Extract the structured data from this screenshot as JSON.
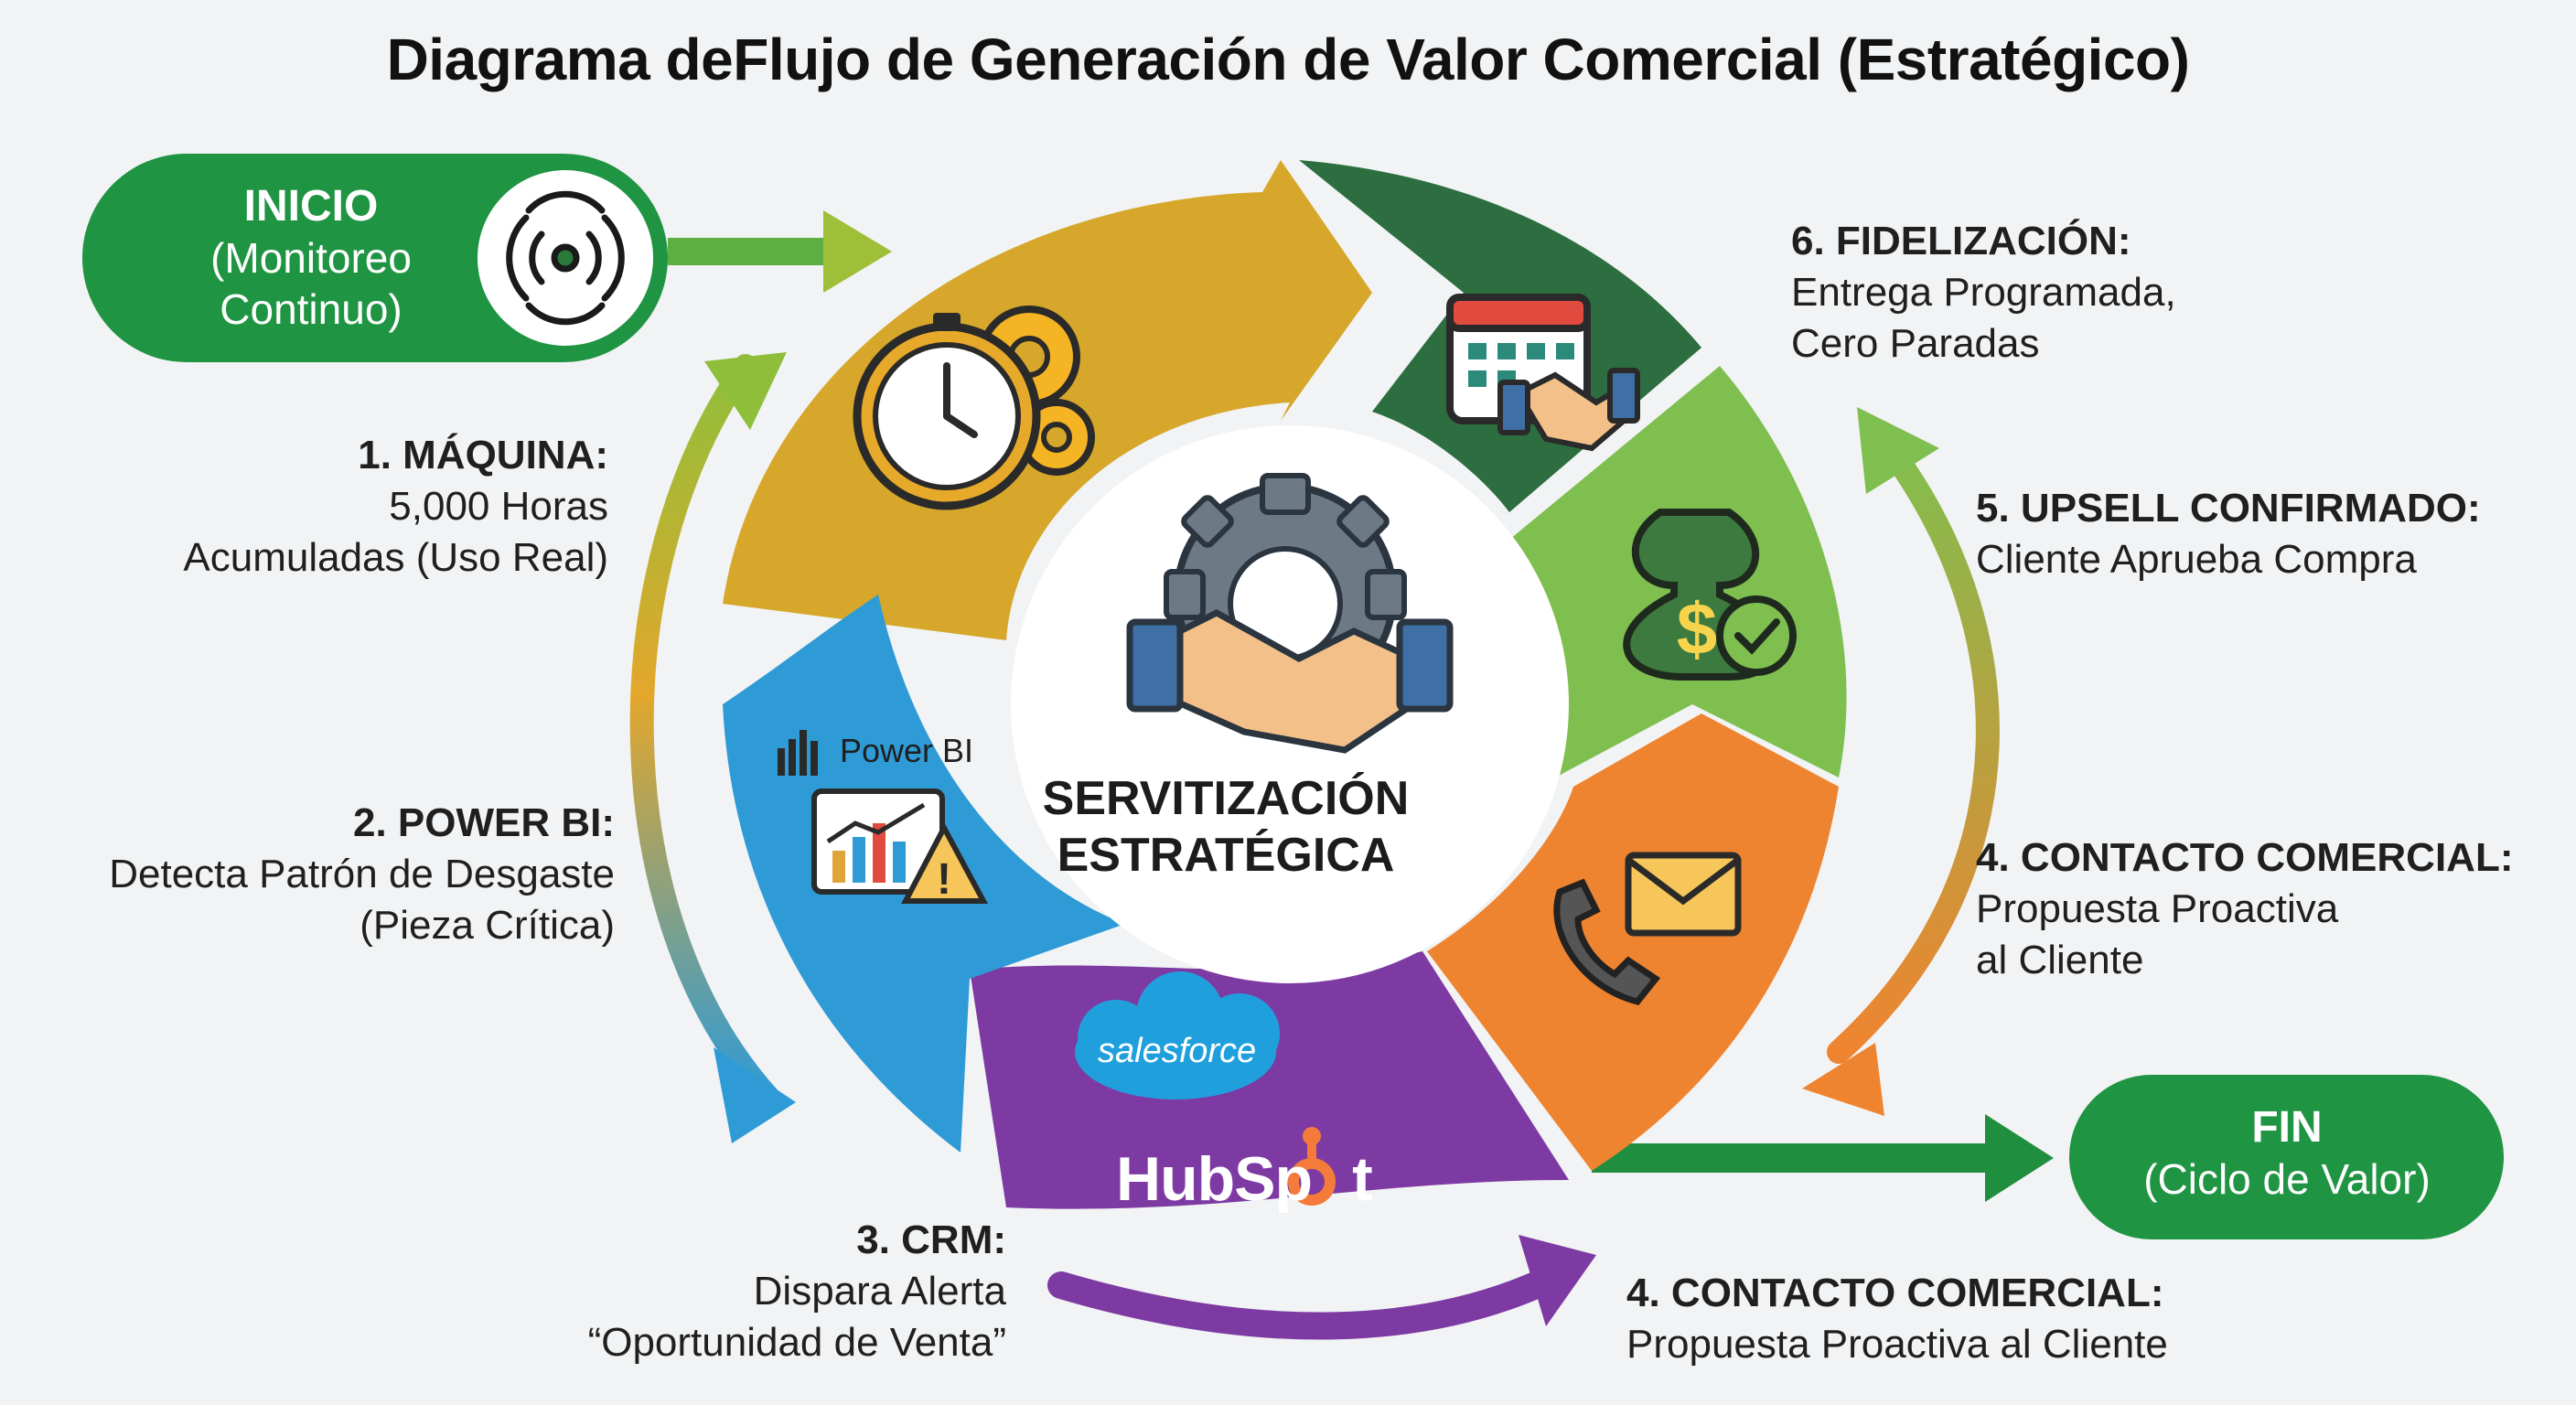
{
  "title": "Diagrama deFlujo de Generación de Valor Comercial (Estratégico)",
  "center": {
    "line1": "SERVITIZACIÓN",
    "line2": "ESTRATÉGICA"
  },
  "start": {
    "title": "INICIO",
    "line1": "(Monitoreo",
    "line2": "Continuo)"
  },
  "end": {
    "title": "FIN",
    "line1": "(Ciclo de Valor)"
  },
  "steps": [
    {
      "id": "maquina",
      "title": "1. MÁQUINA:",
      "lines": [
        "5,000 Horas",
        "Acumuladas (Uso Real)"
      ]
    },
    {
      "id": "powerbi",
      "title": "2. POWER BI:",
      "lines": [
        "Detecta Patrón de Desgaste",
        "(Pieza Crítica)"
      ]
    },
    {
      "id": "crm",
      "title": "3. CRM:",
      "lines": [
        "Dispara Alerta",
        "“Oportunidad de Venta”"
      ]
    },
    {
      "id": "contacto-bottom",
      "title": "4. CONTACTO COMERCIAL:",
      "lines": [
        "Propuesta Proactiva al Cliente"
      ]
    },
    {
      "id": "contacto-right",
      "title": "4. CONTACTO COMERCIAL:",
      "lines": [
        "Propuesta Proactiva",
        "al Cliente"
      ]
    },
    {
      "id": "upsell",
      "title": "5. UPSELL CONFIRMADO:",
      "lines": [
        "Cliente Aprueba Compra"
      ]
    },
    {
      "id": "fidelizacion",
      "title": "6. FIDELIZACIÓN:",
      "lines": [
        "Entrega Programada,",
        "Cero Paradas"
      ]
    }
  ],
  "logos": {
    "powerbi": "Power BI",
    "salesforce": "salesforce",
    "hubspot_a": "HubSp",
    "hubspot_b": "t"
  },
  "colors": {
    "yellow": "#d6a72a",
    "dark_green": "#2c6e3f",
    "light_green": "#7fbf4f",
    "orange": "#ef8430",
    "purple": "#7d3aa3",
    "blue": "#2f9bd6",
    "pill_green": "#1f9442",
    "hubspot_orange": "#f47b3a",
    "salesforce_blue": "#1fa0dd"
  },
  "icons": [
    "signal-icon",
    "clock-gears-icon",
    "calendar-handshake-icon",
    "money-bag-check-icon",
    "phone-mail-icon",
    "chart-alert-icon",
    "gear-handshake-icon"
  ]
}
